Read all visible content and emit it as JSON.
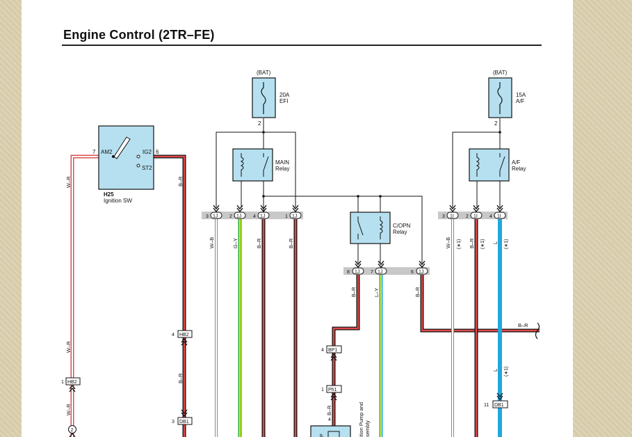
{
  "page": {
    "title": "Engine Control (2TR–FE)"
  },
  "colors": {
    "component_fill": "#b6e0f0",
    "connector_strip": "#c8c8c8",
    "wire_red": "#e04a4a",
    "wire_green": "#33b033",
    "wire_yellow": "#e8e800",
    "wire_blue": "#22a8e0",
    "wire_black": "#111111"
  },
  "components": {
    "ignition_switch": {
      "code": "H25",
      "name": "Ignition SW",
      "pins": [
        "AM2",
        "IG2",
        "ST2"
      ],
      "pin_left": "7",
      "pin_right": "6"
    },
    "fuse_efi": {
      "source": "(BAT)",
      "rating": "20A",
      "name": "EFI",
      "pin": "2"
    },
    "fuse_af": {
      "source": "(BAT)",
      "rating": "15A",
      "name": "A/F",
      "pin": "2"
    },
    "main_relay": {
      "line1": "MAIN",
      "line2": "Relay"
    },
    "af_relay": {
      "line1": "A/F",
      "line2": "Relay"
    },
    "copn_relay": {
      "line1": "C/OPN",
      "line2": "Relay"
    },
    "pump": {
      "line1": "ition Pump and",
      "line2": "sembly",
      "side_letter": "P"
    }
  },
  "connectors": {
    "j1": [
      {
        "pin": "3",
        "code": "1J"
      },
      {
        "pin": "2",
        "code": "1J"
      },
      {
        "pin": "4",
        "code": "1J"
      },
      {
        "pin": "1",
        "code": "1J"
      }
    ],
    "j2": [
      {
        "pin": "8",
        "code": "1J"
      },
      {
        "pin": "7",
        "code": "1J"
      },
      {
        "pin": "6",
        "code": "1J"
      }
    ],
    "i1": [
      {
        "pin": "3",
        "code": "1I"
      },
      {
        "pin": "2",
        "code": "1I"
      },
      {
        "pin": "4",
        "code": "1I"
      }
    ],
    "hb2_upper": {
      "pin": "4",
      "code": "HB2"
    },
    "hb2_lower": {
      "pin": "1",
      "code": "HB2"
    },
    "db1_left": {
      "pin": "3",
      "code": "DB1"
    },
    "db1_right": {
      "pin": "11",
      "code": "DB1"
    },
    "bp1": {
      "pin": "4",
      "code": "BP1"
    },
    "ph1": {
      "pin": "1",
      "code": "Ph1"
    },
    "pump_pin": "4",
    "ground_point": "2"
  },
  "wire_labels": {
    "wr_1": "W–R",
    "wr_2": "W–R",
    "wr_3": "W–R",
    "br_sw_1": "B–R",
    "br_sw_2": "B–R",
    "wb_j1": "W–B",
    "gy_j1": "G–Y",
    "br_j1a": "B–R",
    "br_j1b": "B–R",
    "br_j2a": "B–R",
    "ly_j2": "L–Y",
    "br_j2b": "B–R",
    "wb_i1": "W–B",
    "note_i1a": "(∗1)",
    "br_i1": "B–R",
    "note_i1b": "(∗1)",
    "l_i1": "L",
    "note_i1c": "(∗1)",
    "l_lower": "L",
    "note_lower": "(∗1)",
    "br_horiz": "B–R",
    "br_pump": "B–R"
  }
}
